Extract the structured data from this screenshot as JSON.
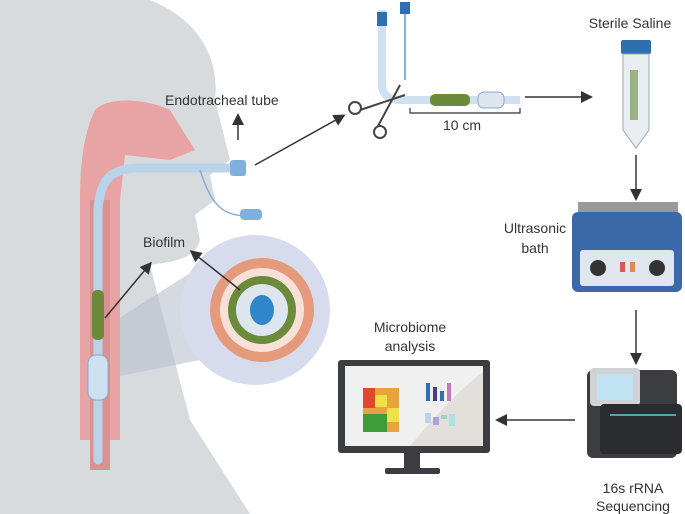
{
  "labels": {
    "endotracheal_tube": "Endotracheal tube",
    "sterile_saline": "Sterile Saline",
    "length": "10 cm",
    "ultrasonic_bath_1": "Ultrasonic",
    "ultrasonic_bath_2": "bath",
    "biofilm": "Biofilm",
    "microbiome_1": "Microbiome",
    "microbiome_2": "analysis",
    "sequencing_1": "16s rRNA",
    "sequencing_2": "Sequencing"
  },
  "colors": {
    "head": "#d8dbde",
    "airway": "#e8a4a4",
    "tube": "#b9d4ea",
    "biofilm": "#6b8a3a",
    "zoom_circle": "#d7dbee",
    "arrow": "#333333"
  }
}
